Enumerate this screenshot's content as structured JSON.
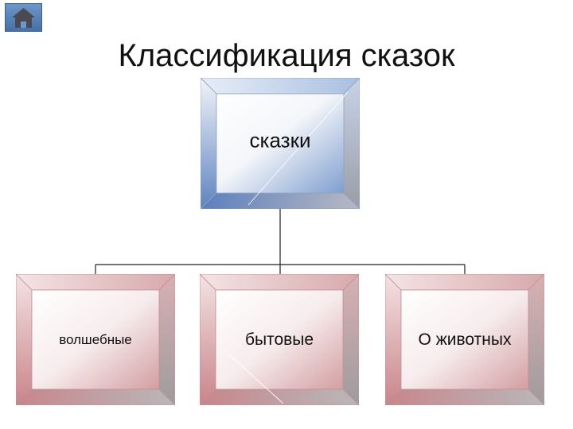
{
  "title": "Классификация сказок",
  "nav": {
    "home_icon": "home-icon"
  },
  "colors": {
    "root_frame": "#8fa9d1",
    "child_frame": "#d9a3a6",
    "line": "#222222"
  },
  "diagram": {
    "root": {
      "label": "сказки"
    },
    "children": [
      {
        "label": "волшебные"
      },
      {
        "label": "бытовые"
      },
      {
        "label": "О животных"
      }
    ]
  }
}
